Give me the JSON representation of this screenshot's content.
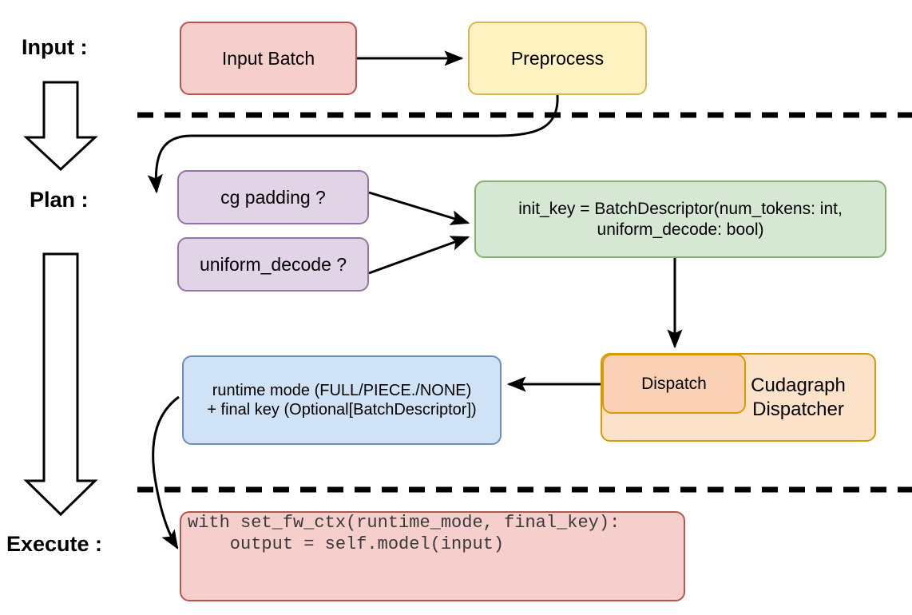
{
  "diagram": {
    "title_hidden": "",
    "stages": [
      {
        "name": "input-stage",
        "label": "Input :"
      },
      {
        "name": "plan-stage",
        "label": "Plan :"
      },
      {
        "name": "execute-stage",
        "label": "Execute :"
      }
    ],
    "nodes": {
      "input_batch": {
        "label": "Input Batch",
        "fill": "#F6CECC",
        "stroke": "#B85450"
      },
      "preprocess": {
        "label": "Preprocess",
        "fill": "#FEF2C0",
        "stroke": "#D6B656"
      },
      "cg_padding": {
        "label": "cg padding ?",
        "fill": "#E2D4E7",
        "stroke": "#9573A6"
      },
      "uniform_decode": {
        "label": "uniform_decode ?",
        "fill": "#E2D4E7",
        "stroke": "#9573A6"
      },
      "init_key": {
        "line1": "init_key = BatchDescriptor(num_tokens: int,",
        "line2": "uniform_decode: bool)",
        "fill": "#D6E8D4",
        "stroke": "#82B366"
      },
      "dispatch": {
        "label": "Dispatch",
        "fill": "#FAD1B4",
        "stroke": "#D79B00"
      },
      "cudagraph_dispatcher": {
        "line1": "Cudagraph",
        "line2": "Dispatcher",
        "fill": "#FCE2C9",
        "stroke": "#D79B00"
      },
      "runtime_mode": {
        "line1": "runtime mode (FULL/PIECE./NONE)",
        "line2": "+ final key (Optional[BatchDescriptor])",
        "fill": "#CFE2F6",
        "stroke": "#6C8EBF"
      },
      "execute_code": {
        "line1": "with set_fw_ctx(runtime_mode, final_key):",
        "line2": "    output = self.model(input)",
        "fill": "#F6CECC",
        "stroke": "#B85450"
      }
    },
    "separators": [
      {
        "name": "input-plan-divider"
      },
      {
        "name": "plan-execute-divider"
      }
    ],
    "flow_arrows": [
      {
        "name": "arrow-input-batch-to-preprocess"
      },
      {
        "name": "arrow-preprocess-to-cg-padding"
      },
      {
        "name": "arrow-cg-padding-to-init-key"
      },
      {
        "name": "arrow-uniform-decode-to-init-key"
      },
      {
        "name": "arrow-init-key-to-dispatch"
      },
      {
        "name": "arrow-dispatch-to-runtime-mode"
      },
      {
        "name": "arrow-runtime-mode-to-execute-code"
      }
    ],
    "stage_arrows": [
      {
        "name": "stage-arrow-input-to-plan"
      },
      {
        "name": "stage-arrow-plan-to-execute"
      }
    ]
  }
}
